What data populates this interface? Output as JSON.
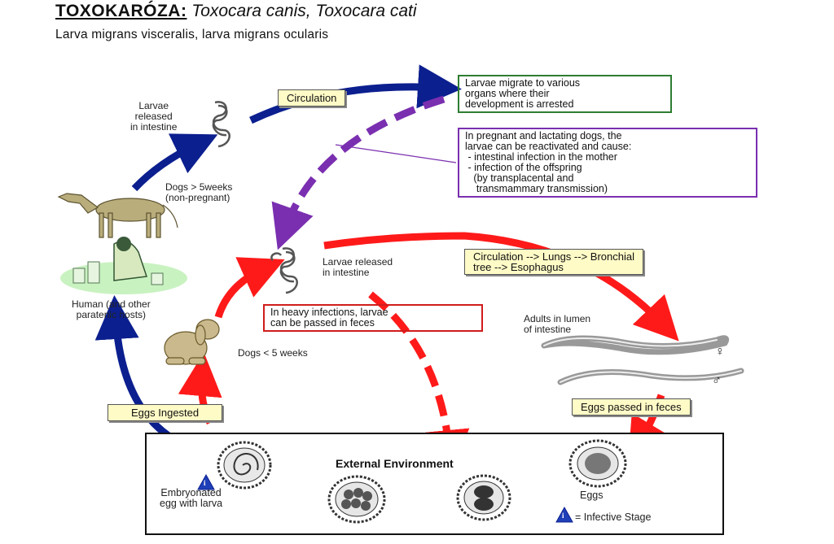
{
  "title": {
    "main": "TOXOKARÓZA:",
    "species": "Toxocara canis, Toxocara cati"
  },
  "subtitle": "Larva migrans visceralis, larva migrans ocularis",
  "labels": {
    "larvae_released_top": "Larvae\nreleased\nin intestine",
    "circulation": "Circulation",
    "migrate": "Larvae migrate to various\norgans where their\ndevelopment is arrested",
    "pregnant": "In pregnant and lactating dogs, the\nlarvae can be reactivated and cause:\n - intestinal infection in the mother\n - infection of the offspring\n   (by transplacental and\n    transmammary transmission)",
    "dogs_over": "Dogs > 5weeks\n(non-pregnant)",
    "larvae_released_mid": "Larvae released\nin intestine",
    "circulation_lungs": "Circulation --> Lungs --> Bronchial\ntree --> Esophagus",
    "human": "Human (and other\nparatenic hosts)",
    "heavy": "In heavy infections, larvae\ncan be passed in feces",
    "adults": "Adults in lumen\nof intestine",
    "dogs_under": "Dogs < 5 weeks",
    "eggs_ingested": "Eggs Ingested",
    "eggs_passed": "Eggs passed in feces",
    "external": "External Environment",
    "embryonated": "Embryonated\negg with larva",
    "eggs": "Eggs",
    "infective": "= Infective Stage",
    "female": "♀",
    "male": "♂",
    "infective_mark": "i"
  },
  "colors": {
    "red": "#ff1a1a",
    "blue": "#0b1f8f",
    "purple": "#7a2fb0",
    "green": "#2e7d32",
    "red_border": "#d01c1c",
    "purple_border": "#7a2fb0"
  }
}
